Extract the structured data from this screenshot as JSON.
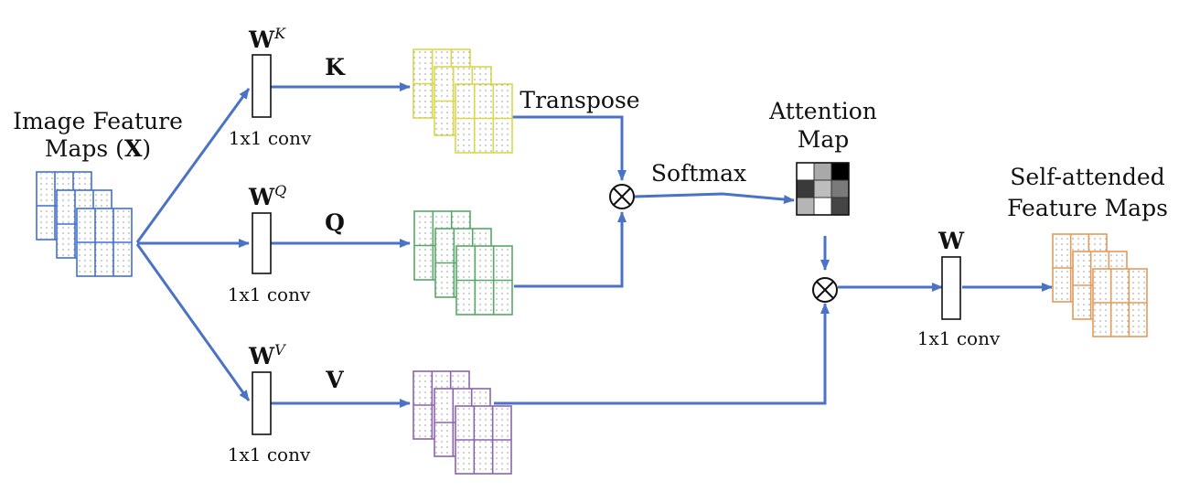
{
  "input_label": {
    "line1": "Image Feature",
    "line2_prefix": "Maps (",
    "line2_symbol": "X",
    "line2_suffix": ")"
  },
  "branches": {
    "key": {
      "weight": "W",
      "superscript": "K",
      "conv": "1x1 conv",
      "output": "K",
      "color": "#D8D84A"
    },
    "query": {
      "weight": "W",
      "superscript": "Q",
      "conv": "1x1 conv",
      "output": "Q",
      "color": "#55A865"
    },
    "value": {
      "weight": "W",
      "superscript": "V",
      "conv": "1x1 conv",
      "output": "V",
      "color": "#8C63B0"
    }
  },
  "input_color": "#3F6FD8",
  "edge_color": "#4A72C6",
  "transpose_label": "Transpose",
  "softmax_label": "Softmax",
  "attention_label": {
    "line1": "Attention",
    "line2": "Map"
  },
  "attention_cells": [
    [
      "#ffffff",
      "#a9a9a9",
      "#000000"
    ],
    [
      "#3a3a3a",
      "#bdbdbd",
      "#7a7a7a"
    ],
    [
      "#b5b5b5",
      "#ffffff",
      "#454545"
    ]
  ],
  "output_weight": {
    "weight": "W",
    "conv": "1x1 conv"
  },
  "output_label": {
    "line1": "Self-attended",
    "line2": "Feature Maps"
  },
  "output_color": "#E39A5C"
}
